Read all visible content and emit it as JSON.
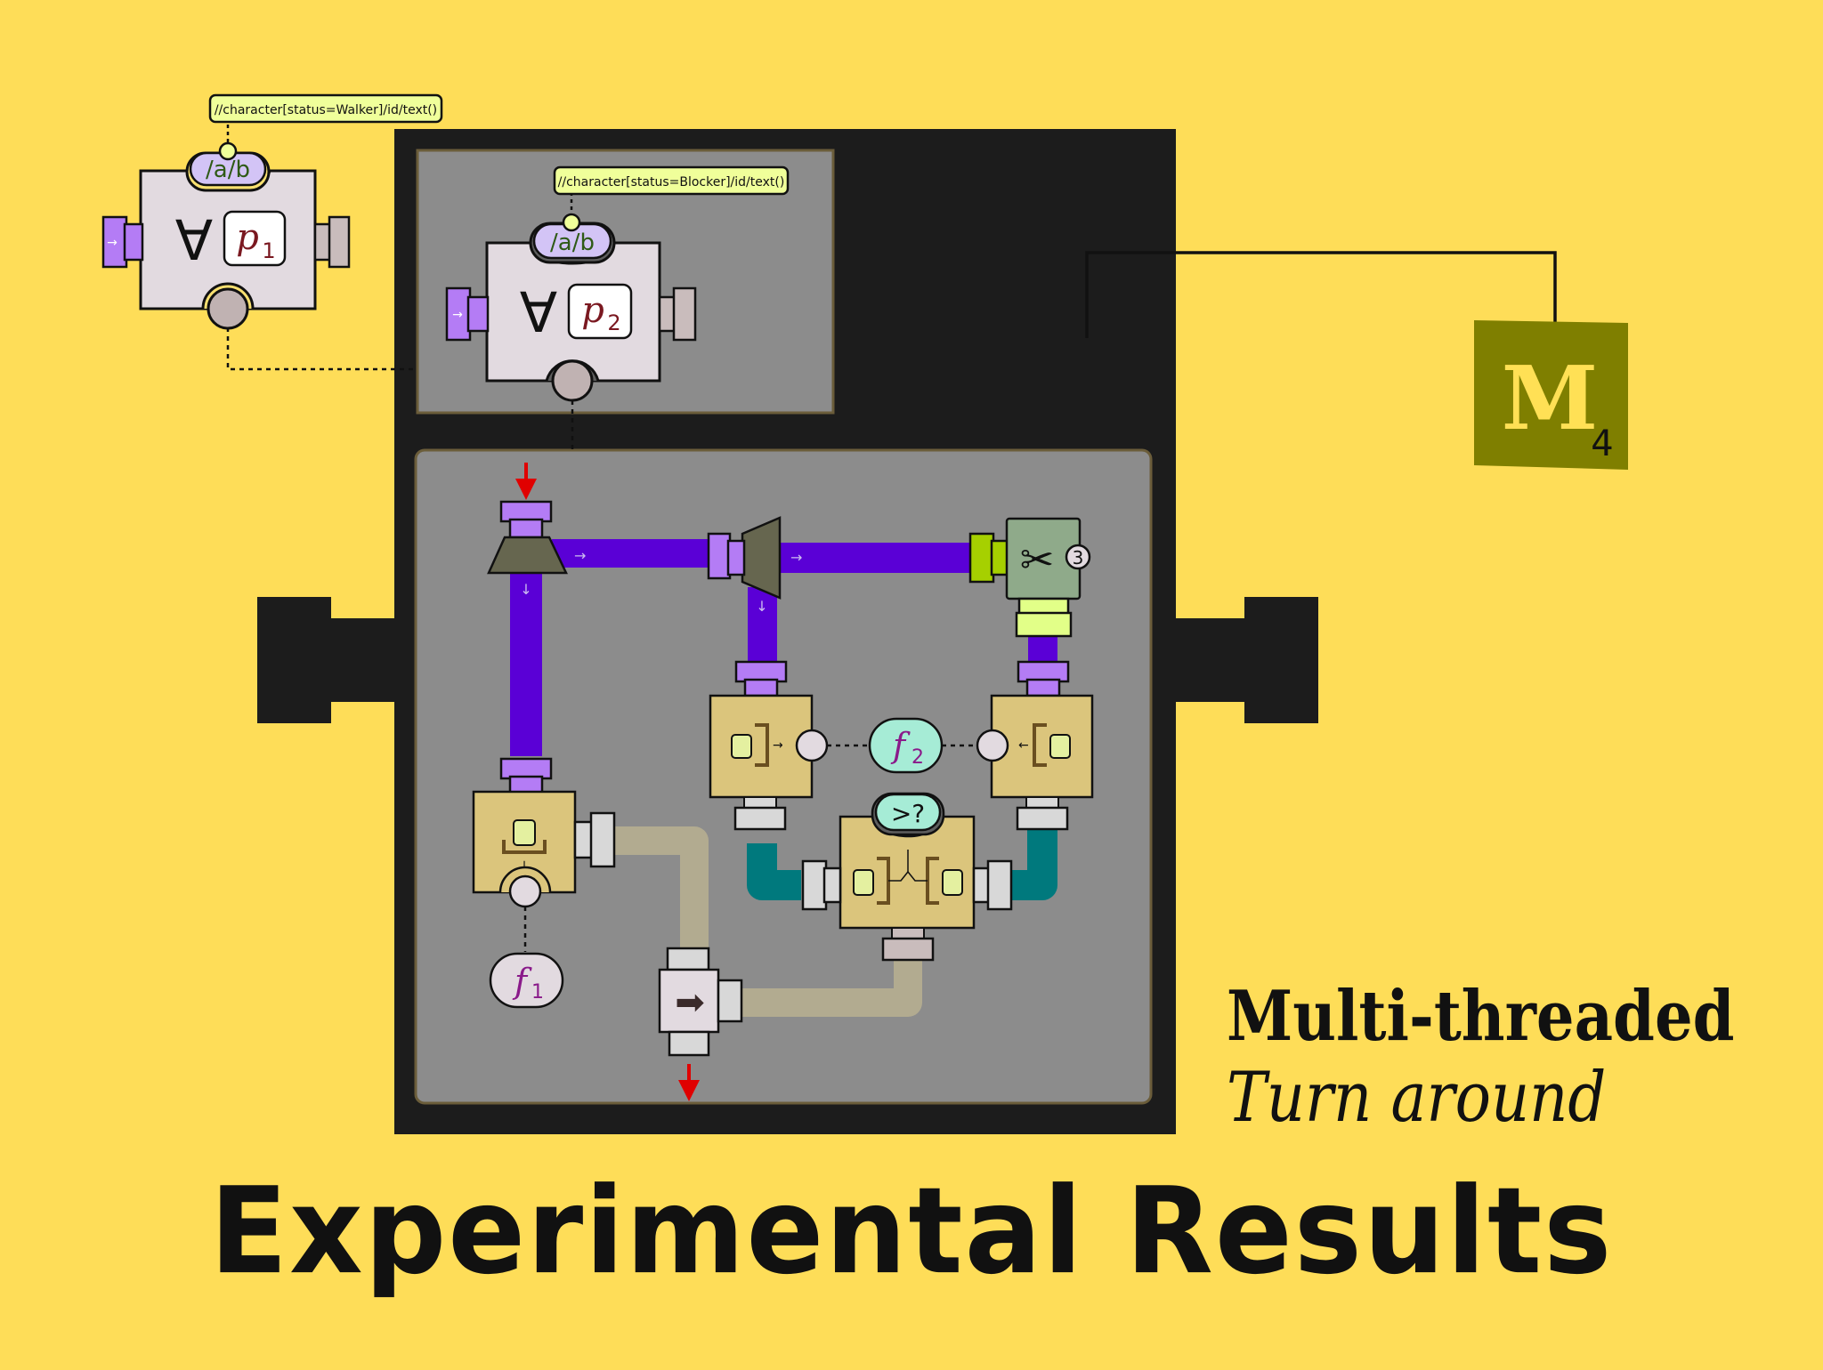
{
  "title": "Experimental Results",
  "subtitle": {
    "line1": "Multi-threaded",
    "line2": "Turn around"
  },
  "module_badge": {
    "letter": "M",
    "index": "4"
  },
  "colors": {
    "background": "#fedd58",
    "outer_board": "#1c1c1c",
    "panel": "#8c8c8c",
    "pipe_main": "#5a00d6",
    "pipe_teal": "#00797d",
    "pipe_faded": "#b6ae90",
    "badge": "#7f7f00",
    "arrow_red": "#e00000"
  },
  "nodes": {
    "p1": {
      "query": "//character[status=Walker]/id/text()",
      "path": "/a/b",
      "quantifier": "∀",
      "label": "p",
      "index": "1"
    },
    "p2": {
      "query": "//character[status=Blocker]/id/text()",
      "path": "/a/b",
      "quantifier": "∀",
      "label": "p",
      "index": "2"
    },
    "f1": {
      "label": "f",
      "index": "1"
    },
    "f2": {
      "label": "f",
      "index": "2"
    },
    "compare": {
      "label": ">?"
    },
    "scissors": {
      "count": "3"
    }
  },
  "icons": {
    "input_port": "arrow-right-icon",
    "scissors": "scissors-icon",
    "direction": "arrow-down-icon"
  }
}
